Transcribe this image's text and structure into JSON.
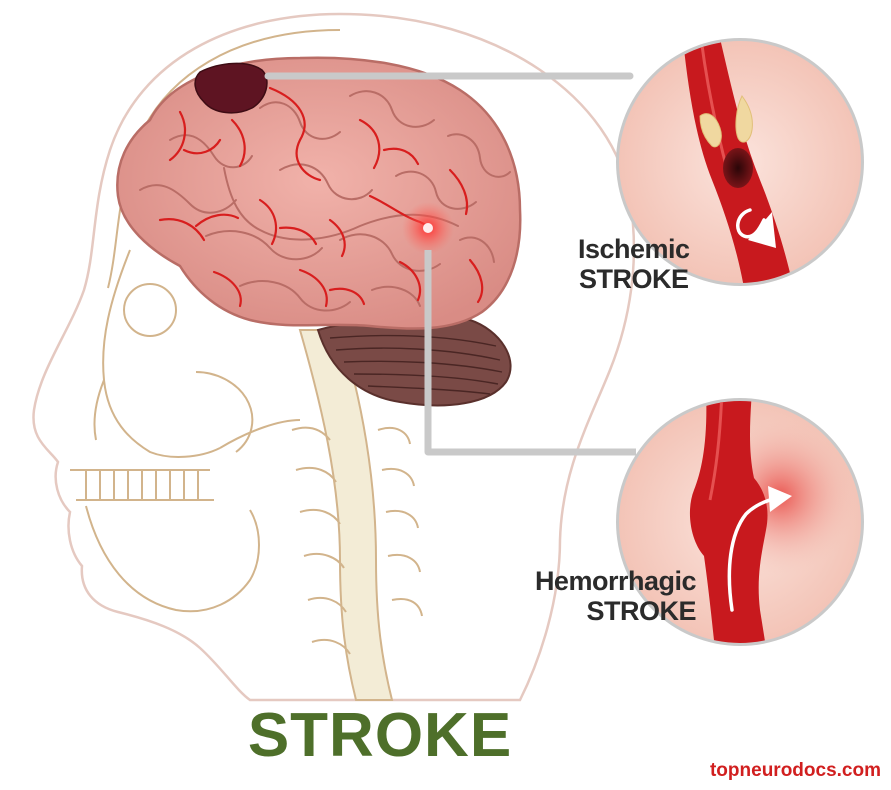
{
  "labels": {
    "ischemic_line1": "Ischemic",
    "ischemic_line2": "STROKE",
    "hemorrhagic_line1": "Hemorrhagic",
    "hemorrhagic_line2": "STROKE"
  },
  "title": "STROKE",
  "website": "topneurodocs.com",
  "colors": {
    "title": "#4e6f2a",
    "website": "#d11f1f",
    "brain": "#e8a09a",
    "vessel": "#c81e1e",
    "outline": "#d2b48c"
  },
  "icons": {
    "ischemic_arrow": "u-turn-arrow-icon",
    "hemorrhagic_arrow": "curved-up-arrow-icon"
  }
}
